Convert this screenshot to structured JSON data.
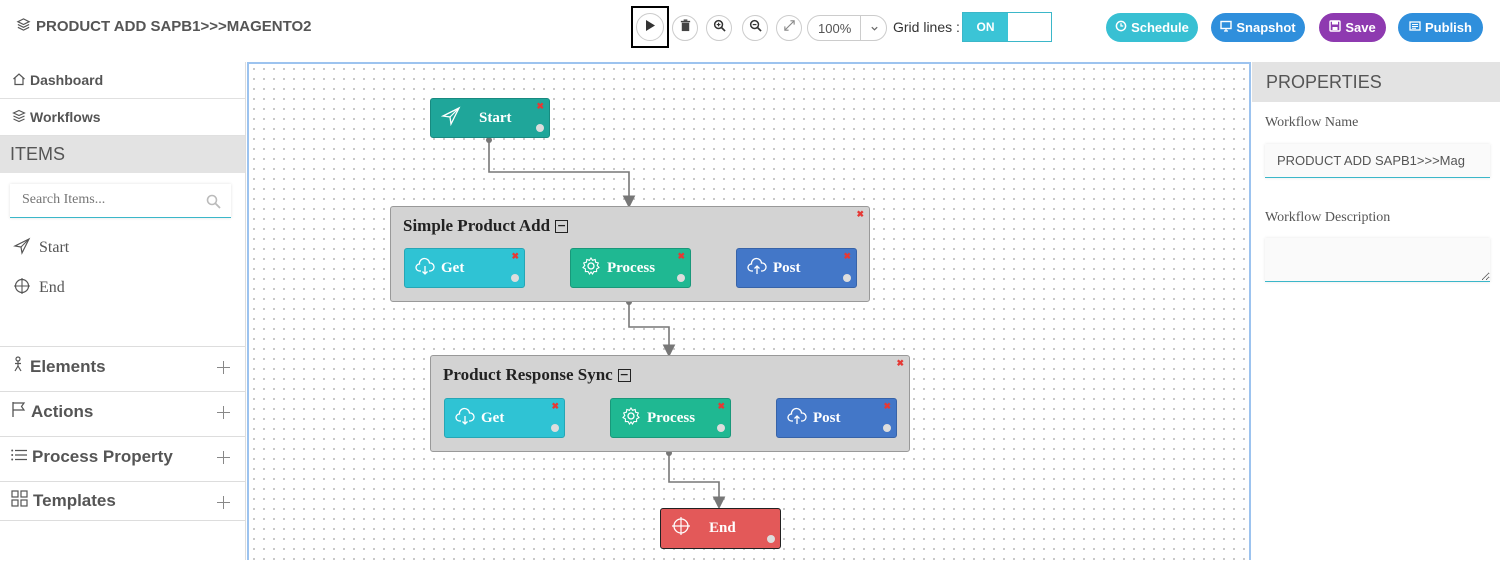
{
  "header": {
    "title": "PRODUCT ADD SAPB1>>>MAGENTO2",
    "title_icon": "layers-icon",
    "toolbar": {
      "zoom_level": "100%",
      "grid_lines_label": "Grid lines :",
      "grid_toggle_value": "ON",
      "icons": [
        "play-icon",
        "trash-icon",
        "zoom-in-icon",
        "zoom-out-icon",
        "expand-icon",
        "chevron-down-icon"
      ]
    },
    "buttons": {
      "schedule": "Schedule",
      "snapshot": "Snapshot",
      "save": "Save",
      "publish": "Publish"
    },
    "button_colors": {
      "schedule": "#38c0d3",
      "snapshot": "#2f8fdc",
      "save": "#8e3ab0",
      "publish": "#2f8fdc"
    }
  },
  "sidebar": {
    "nav": [
      {
        "label": "Dashboard",
        "icon": "home-icon"
      },
      {
        "label": "Workflows",
        "icon": "layers-icon"
      }
    ],
    "items_header": "ITEMS",
    "search_placeholder": "Search Items...",
    "items": [
      {
        "label": "Start",
        "icon": "send-icon"
      },
      {
        "label": "End",
        "icon": "crosshair-icon"
      }
    ],
    "sections": [
      {
        "label": "Elements",
        "icon": "figure-icon"
      },
      {
        "label": "Actions",
        "icon": "flag-icon"
      },
      {
        "label": "Process Property",
        "icon": "list-icon"
      },
      {
        "label": "Templates",
        "icon": "grid-icon"
      }
    ]
  },
  "canvas": {
    "start_node": "Start",
    "end_node": "End",
    "groups": [
      {
        "title": "Simple Product Add",
        "nodes": [
          "Get",
          "Process",
          "Post"
        ]
      },
      {
        "title": "Product Response Sync",
        "nodes": [
          "Get",
          "Process",
          "Post"
        ]
      }
    ],
    "colors": {
      "start": "#1fa69a",
      "get": "#2fc3d4",
      "process": "#1fb892",
      "post": "#4377c8",
      "end": "#e35959"
    }
  },
  "properties": {
    "header": "PROPERTIES",
    "workflow_name_label": "Workflow Name",
    "workflow_name_value": "PRODUCT ADD SAPB1>>>Mag",
    "workflow_description_label": "Workflow Description",
    "workflow_description_value": ""
  }
}
